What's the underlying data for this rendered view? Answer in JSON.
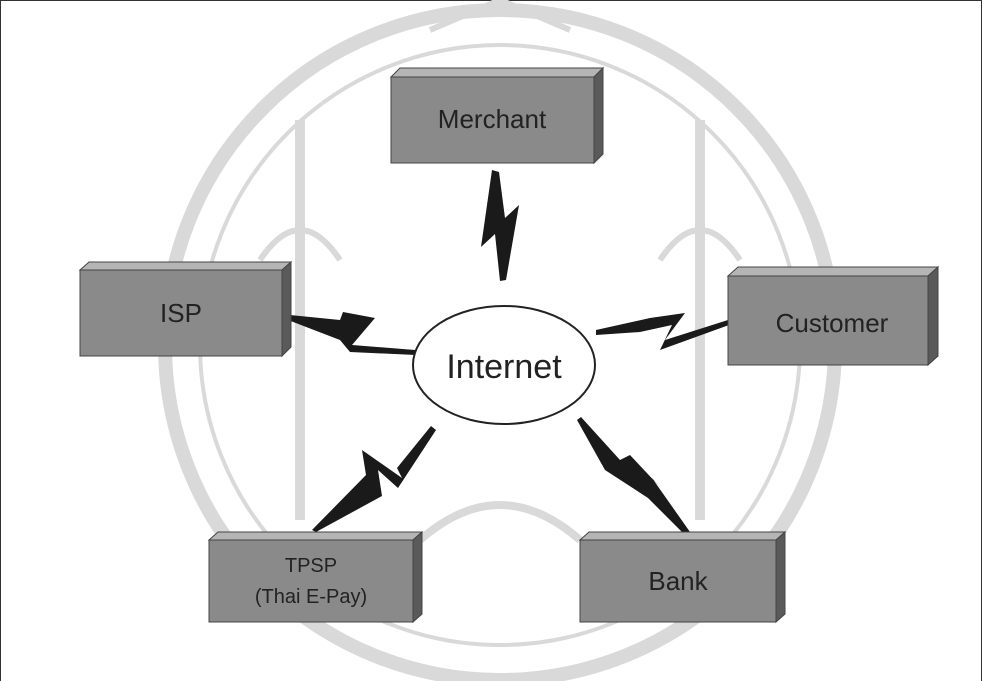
{
  "diagram": {
    "center": {
      "label": "Internet"
    },
    "nodes": {
      "merchant": {
        "label": "Merchant"
      },
      "isp": {
        "label": "ISP"
      },
      "customer": {
        "label": "Customer"
      },
      "tpsp": {
        "line1": "TPSP",
        "line2": "(Thai E-Pay)"
      },
      "bank": {
        "label": "Bank"
      }
    },
    "colors": {
      "box_front": "#8a8a8a",
      "box_top": "#b5b5b5",
      "box_side": "#5a5a5a",
      "bolt": "#1a1a1a",
      "watermark": "#d8d8d8"
    }
  }
}
